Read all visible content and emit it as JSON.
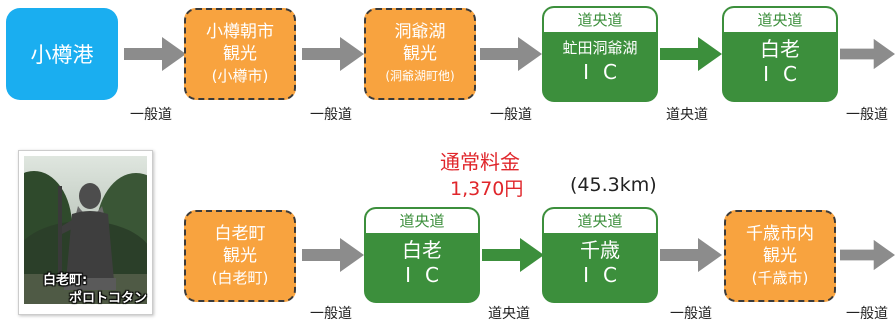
{
  "row1": {
    "start": "小樽港",
    "stop1": [
      "小樽朝市",
      "観光",
      "(小樽市)"
    ],
    "stop2": [
      "洞爺湖",
      "観光",
      "(洞爺湖町他)"
    ],
    "ic1": {
      "header": "道央道",
      "name": "虻田洞爺湖",
      "code": "IC"
    },
    "ic2": {
      "header": "道央道",
      "name": "白老",
      "code": "IC"
    },
    "road_labels": [
      "一般道",
      "一般道",
      "一般道",
      "道央道",
      "一般道"
    ]
  },
  "row2": {
    "photo_caption": [
      "白老町:",
      "ポロトコタン"
    ],
    "fare_label": "通常料金",
    "fare_value": "1,370円",
    "distance": "(45.3km)",
    "stop1": [
      "白老町",
      "観光",
      "(白老町)"
    ],
    "ic1": {
      "header": "道央道",
      "name": "白老",
      "code": "IC"
    },
    "ic2": {
      "header": "道央道",
      "name": "千歳",
      "code": "IC"
    },
    "stop2": [
      "千歳市内",
      "観光",
      "(千歳市)"
    ],
    "road_labels": [
      "一般道",
      "道央道",
      "一般道",
      "一般道"
    ]
  },
  "colors": {
    "start": "#1aaef0",
    "sightseeing": "#f8a33f",
    "expressway": "#3c8f3c",
    "local_road_arrow": "#8c8c8c",
    "fare_text": "#e0262b"
  }
}
